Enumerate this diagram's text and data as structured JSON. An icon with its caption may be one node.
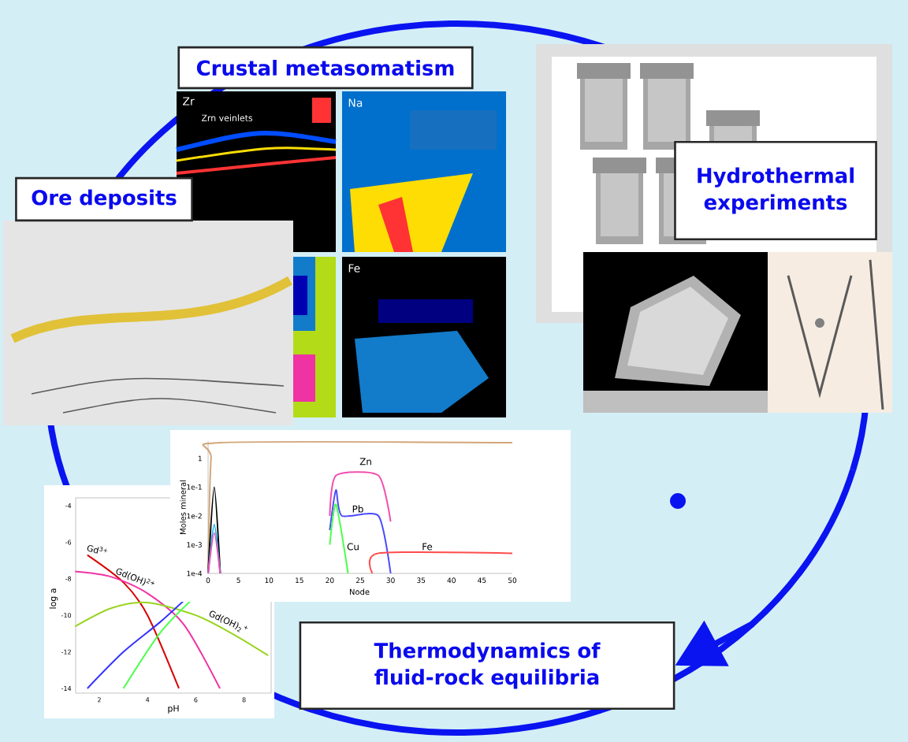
{
  "diagram": {
    "nodes": [
      {
        "text": [
          "Crustal metasomatism"
        ]
      },
      {
        "text": [
          "Ore deposits"
        ]
      },
      {
        "text": [
          "Hydrothermal experiments"
        ]
      },
      {
        "text": [
          "Thermodynamics of fluid-rock equilibria"
        ]
      }
    ],
    "edges": [
      {
        "from": null,
        "to": 3,
        "arrow": "to"
      }
    ],
    "labels": [
      "Zr",
      "Zrn veinlets",
      "Na",
      "Fe",
      "1",
      "1e-1",
      "1e-2",
      "1e-3",
      "1e-4",
      "Moles mineral",
      "0",
      "5",
      "10",
      "15",
      "20",
      "25",
      "30",
      "35",
      "40",
      "45",
      "50",
      "Node",
      "Zn",
      "Pb",
      "Cu",
      "Fe",
      "-4",
      "-6",
      "-8",
      "-10",
      "-12",
      "-14",
      "log a",
      "2",
      "4",
      "6",
      "8",
      "pH",
      "Gd$^{3+}$",
      "Gd(OH)$^{2+}$",
      "Gd(OH)$_{2}$$^{+}$"
    ]
  }
}
